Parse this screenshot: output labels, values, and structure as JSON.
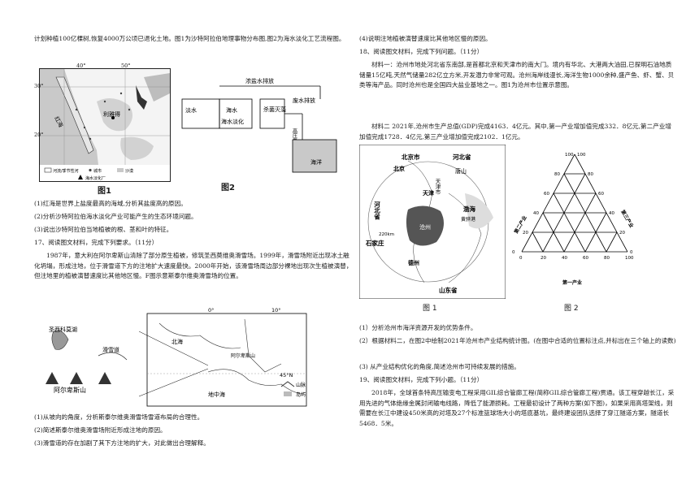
{
  "left": {
    "intro": "计划种植100亿棵树,恢复4000万公顷已退化土地。图1为沙特阿拉伯地理事物分布图,图2为海水淡化工艺流程图。",
    "fig1": {
      "caption": "图1",
      "lon_40": "40°",
      "lon_50": "50°",
      "lat_30": "30°",
      "lat_20": "20°",
      "sea_red": "红海",
      "riyadh_label": "利雅得",
      "legend": [
        "河流/季节性河",
        "城市",
        "沙漠",
        "海水淡化厂"
      ]
    },
    "fig2": {
      "caption": "图2",
      "brine": "浓盐水排放",
      "fresh": "淡水",
      "sea": "海水",
      "desal": "海水淡化",
      "sterilize": "杀菌灭藻",
      "waste": "废水排放",
      "pump": "高压泵取水",
      "ocean": "海洋"
    },
    "q16": [
      "(1)红海是世界上盐度最高的海域,分析其盐度高的原因。",
      "(2)分析沙特阿拉伯海水淡化产业可能产生的生态环境问题。",
      "(3)说出沙特阿拉伯当地植被的根、茎和叶的特征。"
    ],
    "q17_head": "17、阅读图文材料，完成下列要求。（11分）",
    "q17_text": "1987年，意大利在阿尔卑斯山清除了部分原生植被，修筑圣西莫维奥滑雪场。1999年，滑雪场附近出现冰土融化坍塌，形成注地，位于滑雪道下方的注地扩大速度最快。2000年开始，该滑雪场周边部分裸地出现次生植被演替，但注地里的植被演替速度比其他地区慢。F图示意斯泰尔维奥滑雪场的位置。",
    "fig3": {
      "lake": "圣西科莫湖",
      "ski": "滑雪道",
      "alps": "阿尔卑斯山",
      "lon0": "0°",
      "lon10": "10°",
      "lat45": "45°N",
      "sea1": "北海",
      "sea2": "地中海",
      "alps_short": "阿尔卑斯山",
      "legend": [
        "山脉",
        "岛屿"
      ]
    },
    "q17": [
      "(1)从坡向的角度，分析斯泰尔维奥滑雪场雪道布局的合理性。",
      "(2)简述斯泰尔维奥滑雪场附近形成注地的原因。",
      "(3)滑雪道的存在加剧了其下方注地的扩大，对此做出合理解释。"
    ]
  },
  "right": {
    "q16_4": "(4)说明注地植被演替速度比其他地区慢的原因。",
    "q18_head": "18、阅读图文材料，完成下列问题。（11分）",
    "m1": "材料一：沧州市地处河北省东南部,是首都北京和天津市的南大门。境内有华北、大港两大油田,已探明石油地质储量15亿吨,天然气储量282亿立方米,开发潜力非常可观。沧州海岸线漫长,海洋生物1000余种,盛产鱼、虾、蟹、贝类等海产品。同时沧州也是全国四大盐业基地之一。图1为沧州市位置示意图。",
    "m2": "材料二 2021年,沧州市生产总值(GDP)完成4163．4亿元。其中,第一产业增加值完成332．8亿元,第二产业增加值完成1728．4亿元,第三产业增加值完成2102．1亿元。",
    "map": {
      "beijing_city": "北京市",
      "beijing": "北京",
      "hebei": "河北省",
      "tangshan": "唐山",
      "tianjin_city": "天津市",
      "tianjin": "天津",
      "hebei2": "河北省",
      "bohai": "渤海",
      "huanghua": "黄骅港",
      "cangzhou": "沧州",
      "shijiazhuang": "石家庄",
      "dezhou": "德州",
      "shandong": "山东省",
      "dist": "220km"
    },
    "tri": {
      "left_axis": "第二产业",
      "right_axis": "第三产业",
      "bottom_axis": "第一产业",
      "ticks": [
        "0",
        "20",
        "40",
        "60",
        "80",
        "100"
      ]
    },
    "cap1": "图 1",
    "cap2": "图 2",
    "q18": [
      "(1）分析沧州市海洋资源开发的优势条件。",
      "(2）根据材料二，在图2中绘制2021年沧州市产业结构统计图。(在图中合适的位置标注点,并标出在三个轴上的读数)",
      "(3) 从产业结构优化的角度,简述沧州市可持续发展的措施。"
    ],
    "q19_head": "19、阅读图文材料，完成下列小题。（11分）",
    "q19_text": "2018年，全球首条特高压输变电工程采用GIL综合管廊工程(简称GIL综合管廊工程)贯通。该工程穿越长江，采用先进的气体绝缘金属封闭输电线路，降低了能源损耗。工程最初设计了两种方案(如下图)，如果采用高塔架线，则需要在长江中建设450米高的对塔及27个标准篮球场大小的塔底基坑，最终建设团队选择了穿江隧道方案，隧道长5468．5米。"
  }
}
